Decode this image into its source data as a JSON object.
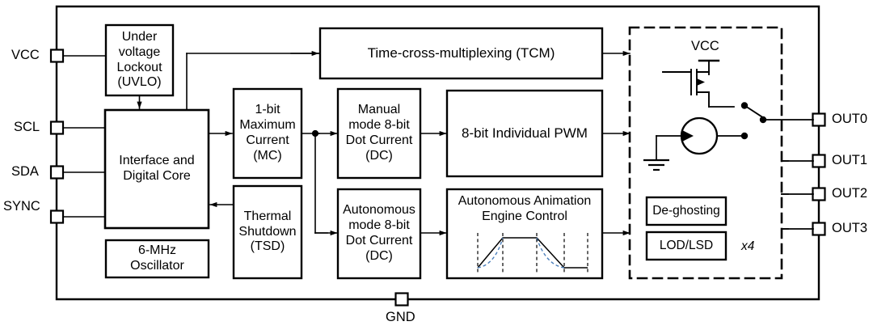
{
  "diagram": {
    "title": "LED driver functional block diagram",
    "line_color": "#000000",
    "background": "#ffffff",
    "accent_dashed": "#000000",
    "waveform_dashed_color": "#4a7ebb"
  },
  "pins": {
    "left": [
      {
        "name": "VCC",
        "label": "VCC"
      },
      {
        "name": "SCL",
        "label": "SCL"
      },
      {
        "name": "SDA",
        "label": "SDA"
      },
      {
        "name": "SYNC",
        "label": "SYNC"
      }
    ],
    "right": [
      {
        "name": "OUT0",
        "label": "OUT0"
      },
      {
        "name": "OUT1",
        "label": "OUT1"
      },
      {
        "name": "OUT2",
        "label": "OUT2"
      },
      {
        "name": "OUT3",
        "label": "OUT3"
      }
    ],
    "bottom": [
      {
        "name": "GND",
        "label": "GND"
      }
    ]
  },
  "blocks": {
    "uvlo": "Under\nvoltage\nLockout\n(UVLO)",
    "interface_core": "Interface and\nDigital Core",
    "oscillator": "6-MHz\nOscillator",
    "max_current": "1-bit\nMaximum\nCurrent\n(MC)",
    "thermal_shutdown": "Thermal\nShutdown\n(TSD)",
    "tcm": "Time-cross-multiplexing (TCM)",
    "manual_dc": "Manual\nmode 8-bit\nDot Current\n(DC)",
    "individual_pwm": "8-bit Individual PWM",
    "autonomous_dc": "Autonomous\nmode 8-bit\nDot Current\n(DC)",
    "animation_engine": "Autonomous Animation\nEngine Control",
    "de_ghosting": "De-ghosting",
    "lod_lsd": "LOD/LSD"
  },
  "channel_group": {
    "supply_label": "VCC",
    "multiplier_label": "x4"
  }
}
